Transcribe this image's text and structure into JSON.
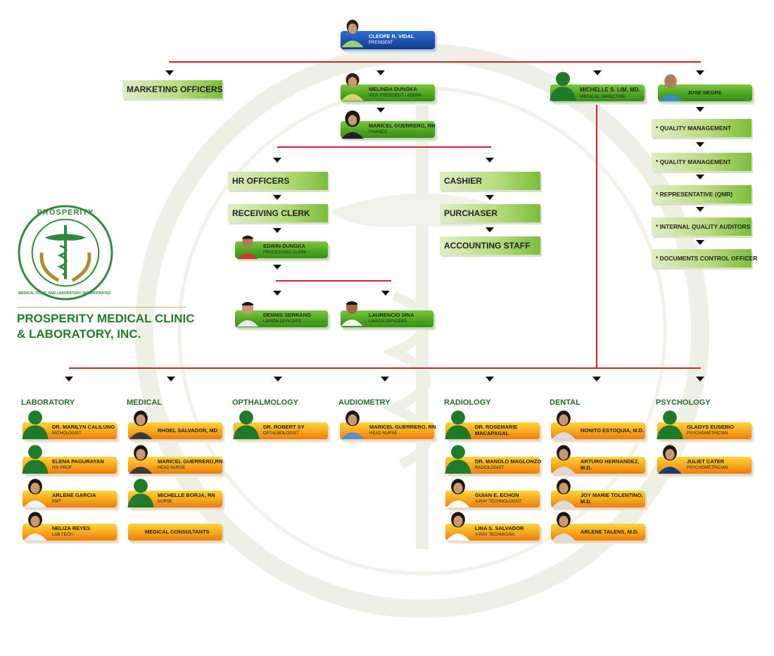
{
  "company": {
    "name_line1": "PROSPERITY MEDICAL CLINIC",
    "name_line2": "& LABORATORY, INC.",
    "seal_top": "PROSPERITY",
    "seal_bottom": "MEDICAL CLINIC AND LABORATORY, INCORPORATED"
  },
  "colors": {
    "line": "#c8262b",
    "title_green": "#217a2e",
    "card_green": "#4aa51f",
    "card_orange": "#f5a21a",
    "card_blue": "#1d4faa"
  },
  "top": {
    "president": {
      "name": "CLEOFE R. VIDAL",
      "role": "PRESIDENT"
    },
    "marketing": "MARKETING OFFICERS",
    "vp": {
      "name": "MELINDA DUNGKA",
      "role": "VICE PRESIDENT / ADMIN"
    },
    "finance": {
      "name": "MARICEL GUERRERO, RN",
      "role": "FINANCE"
    },
    "director": {
      "name": "MICHELLE S. LIM, MD.",
      "role": "MEDICAL DIRECTOR"
    },
    "jose": {
      "name": "JOSE NEGRE",
      "role": ""
    }
  },
  "quality": [
    "* QUALITY MANAGEMENT",
    "* QUALITY MANAGEMENT",
    "* REPRESENTATIVE (QMR)",
    "* INTERNAL QUALITY AUDITORS",
    "* DOCUMENTS CONTROL OFFICER"
  ],
  "admin": {
    "hr": "HR OFFICERS",
    "receiving": "RECEIVING CLERK",
    "edwin": {
      "name": "EDWIN DUNGKA",
      "role": "PROCESSING CLERK"
    },
    "dennis": {
      "name": "DENNIS SERRANO",
      "role": "LIASON OFFICERS"
    },
    "laurencio": {
      "name": "LAURENCIO SINA",
      "role": "LIASON OFFICERS"
    },
    "cashier": "CASHIER",
    "purchaser": "PURCHASER",
    "accounting": "ACCOUNTING STAFF"
  },
  "departments": [
    {
      "title": "LABORATORY",
      "staff": [
        {
          "name": "DR. MARILYN CALILUNG",
          "role": "PATHOLOGIST"
        },
        {
          "name": "ELENA PAGURAYAN",
          "role": "HIV PROF."
        },
        {
          "name": "ARLENE GARCIA",
          "role": "RMT"
        },
        {
          "name": "NELIZA REYES",
          "role": "LAB TECH."
        }
      ]
    },
    {
      "title": "MEDICAL",
      "staff": [
        {
          "name": "RHOEL SALVADOR, MD",
          "role": ""
        },
        {
          "name": "MARICEL GUERRERO,RN",
          "role": "HEAD NURSE"
        },
        {
          "name": "MICHELLE BORJA, RN",
          "role": "NURSE"
        },
        {
          "name": "MEDICAL CONSULTANTS",
          "role": ""
        }
      ]
    },
    {
      "title": "OPTHALMOLOGY",
      "staff": [
        {
          "name": "DR. ROBERT SY",
          "role": "OPTALMOLOGIST"
        }
      ]
    },
    {
      "title": "AUDIOMETRY",
      "staff": [
        {
          "name": "MARICEL GUERRERO, RN",
          "role": "HEAD NURSE"
        }
      ]
    },
    {
      "title": "RADIOLOGY",
      "staff": [
        {
          "name": "DR. ROSEMARIE",
          "name2": "MACAPAGAL",
          "role": ""
        },
        {
          "name": "DR. MANOLO MAGLONZO",
          "role": "RADIOLOGIST"
        },
        {
          "name": "GUIAN E. ECHON",
          "role": "X-RAY TECHNOLOGIST"
        },
        {
          "name": "LINA S. SALVADOR",
          "role": "X-RAY TECHNICIAN"
        }
      ]
    },
    {
      "title": "DENTAL",
      "staff": [
        {
          "name": "NONITO ESTOQUIA, M.D.",
          "role": ""
        },
        {
          "name": "ARTURO HERNANDEZ,",
          "name2": "M.D.",
          "role": ""
        },
        {
          "name": "JOY MARIE TOLENTINO,",
          "name2": "M.D.",
          "role": ""
        },
        {
          "name": "ARLENE TALENS, M.D.",
          "role": ""
        }
      ]
    },
    {
      "title": "PSYCHOLOGY",
      "staff": [
        {
          "name": "GLADYS EUSEBIO",
          "role": "PSYCHOMETRICIAN"
        },
        {
          "name": "JULIET CATER",
          "role": "PSYCHOMETRICIAN"
        }
      ]
    }
  ]
}
